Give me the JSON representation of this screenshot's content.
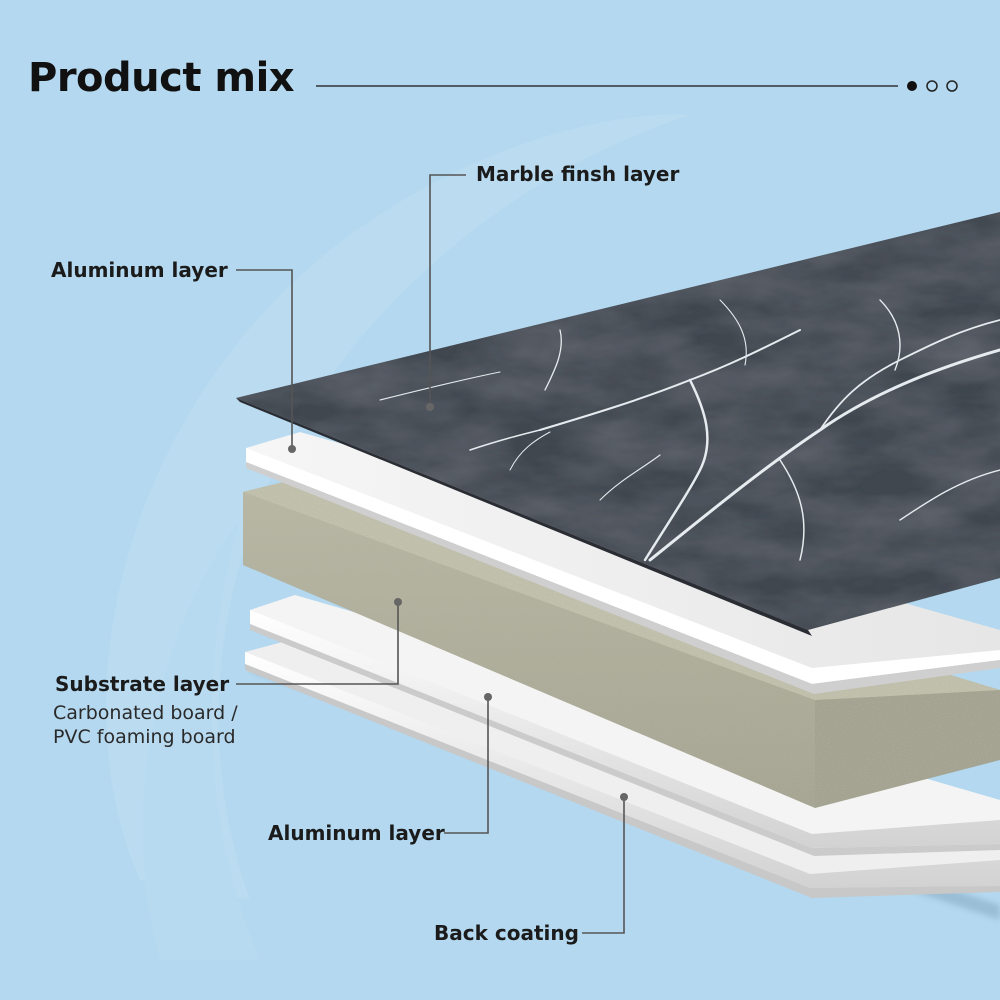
{
  "header": {
    "title": "Product mix",
    "pager": {
      "total": 3,
      "active": 1
    }
  },
  "labels": {
    "marble_finish": "Marble finsh layer",
    "aluminum_top": "Aluminum layer",
    "substrate_title": "Substrate layer",
    "substrate_line1": "Carbonated board /",
    "substrate_line2": "PVC foaming board",
    "aluminum_bottom": "Aluminum layer",
    "back_coating": "Back coating"
  },
  "colors": {
    "background": "#b3d8ef",
    "marble": "#3e434c",
    "vein": "#e8ecef",
    "aluminum": "#f2f2f2",
    "substrate": "#b4b39e",
    "leader": "#555555"
  }
}
